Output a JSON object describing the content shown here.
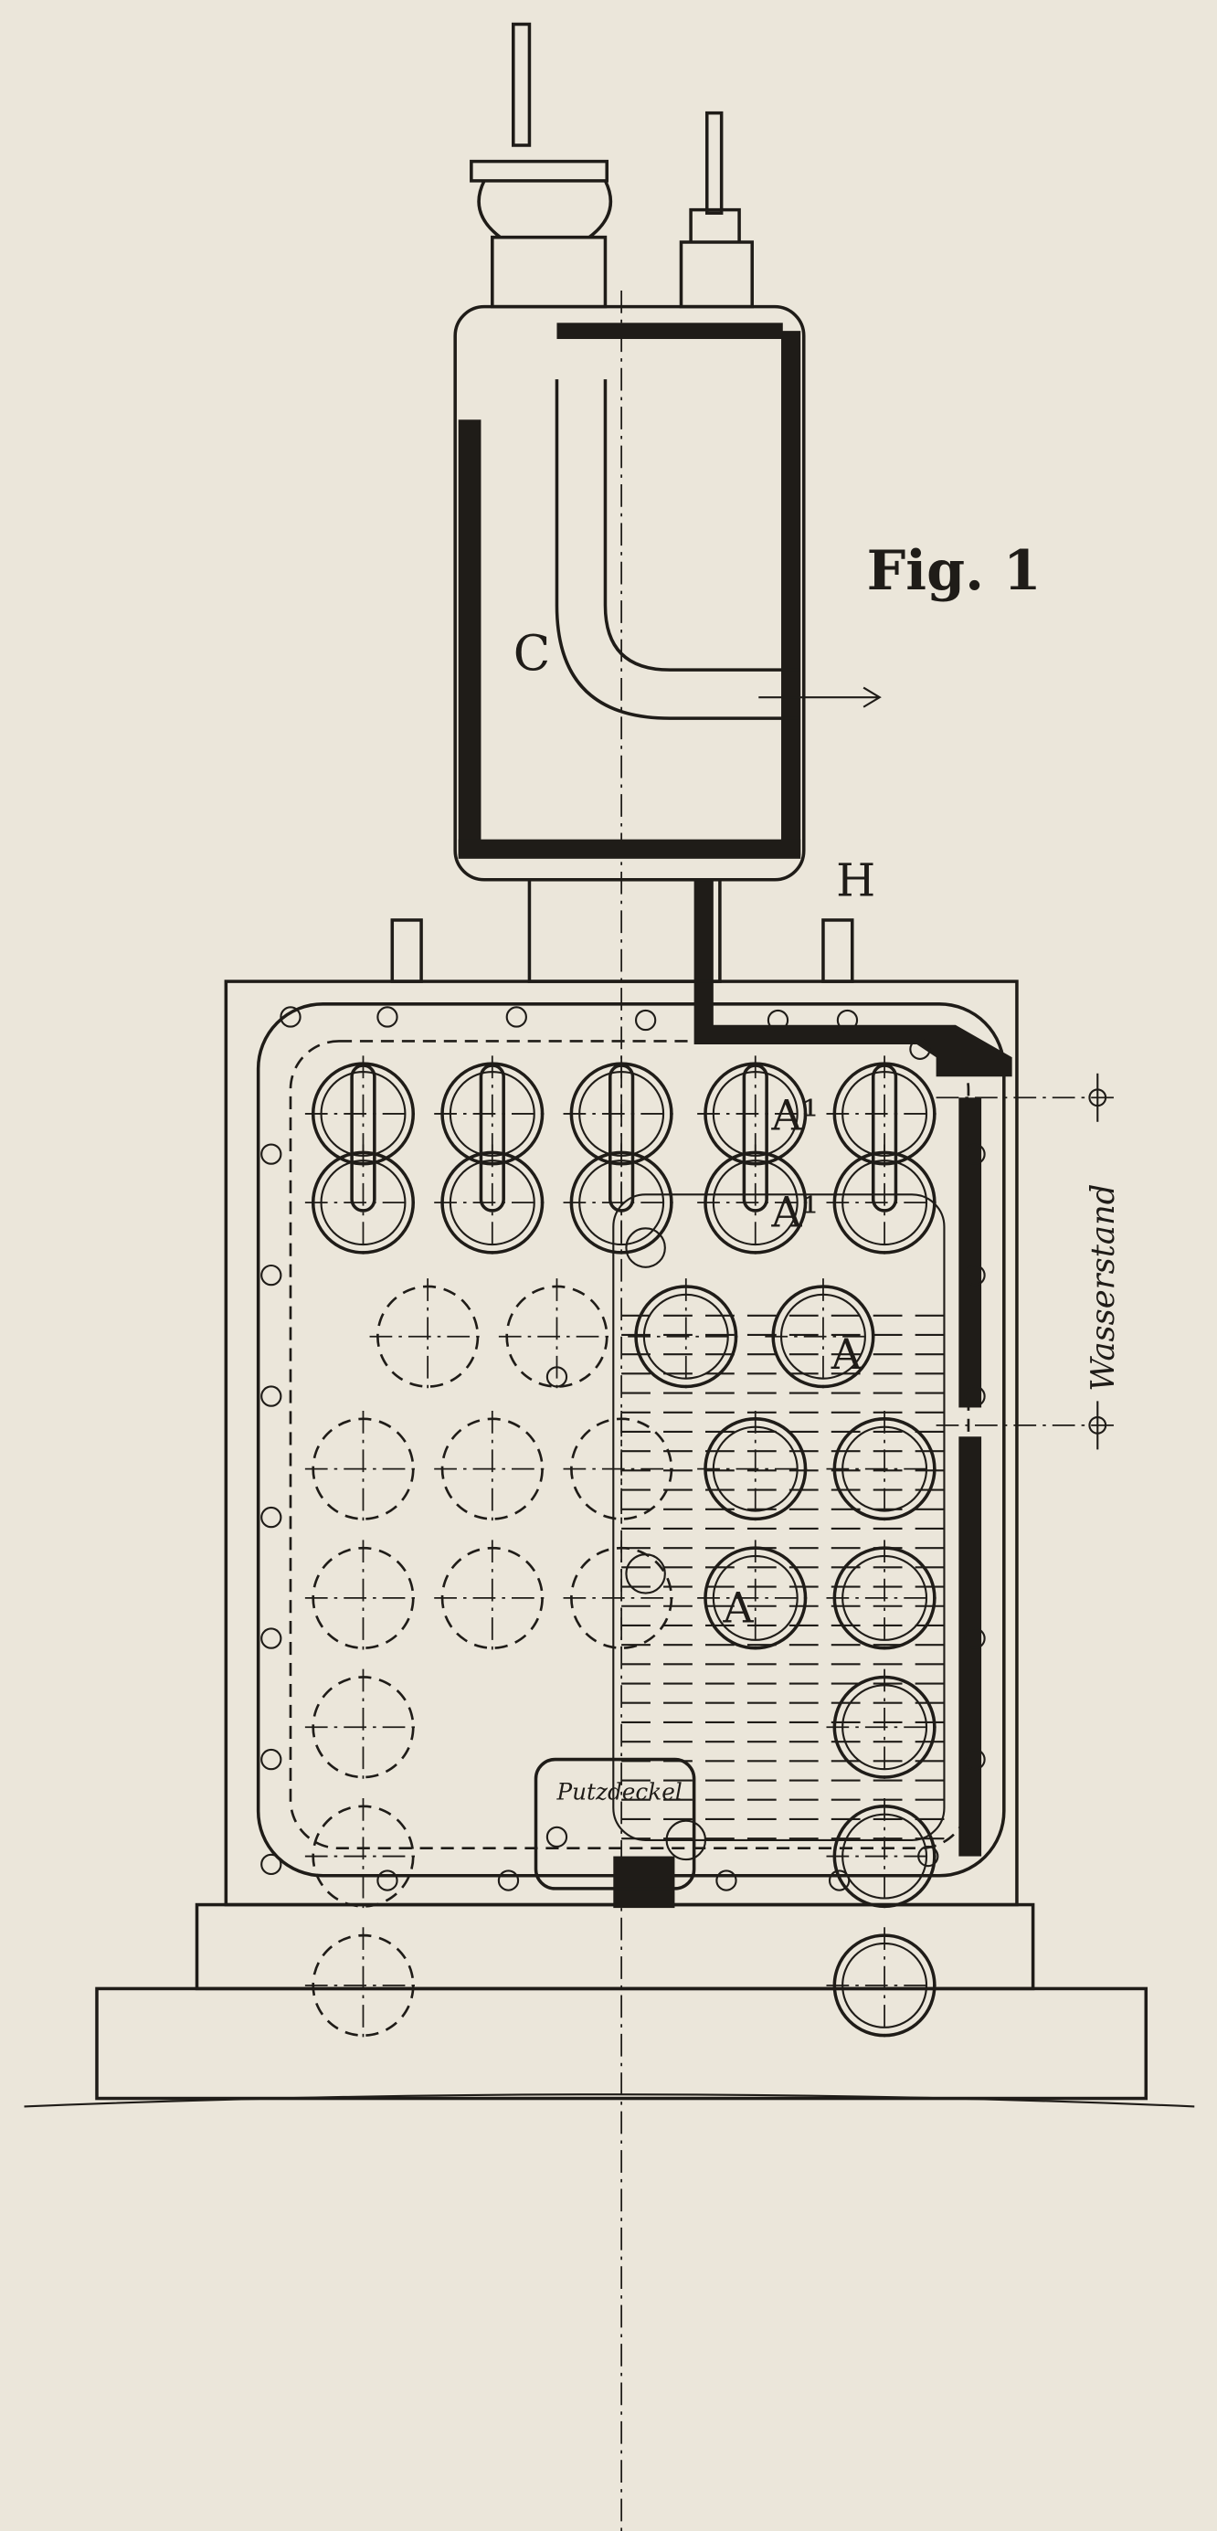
{
  "figure": {
    "title": "Fig. 1",
    "labels": {
      "chamber": "C",
      "pipe": "H",
      "tube_upper_1": "A¹",
      "tube_upper_2": "A¹",
      "tube_lower_1": "A",
      "tube_lower_2": "A",
      "water_level": "Wasserstand",
      "cleaning_cover": "Putzdeckel"
    },
    "colors": {
      "paper": "#ebe6da",
      "ink": "#1f1c18"
    }
  }
}
